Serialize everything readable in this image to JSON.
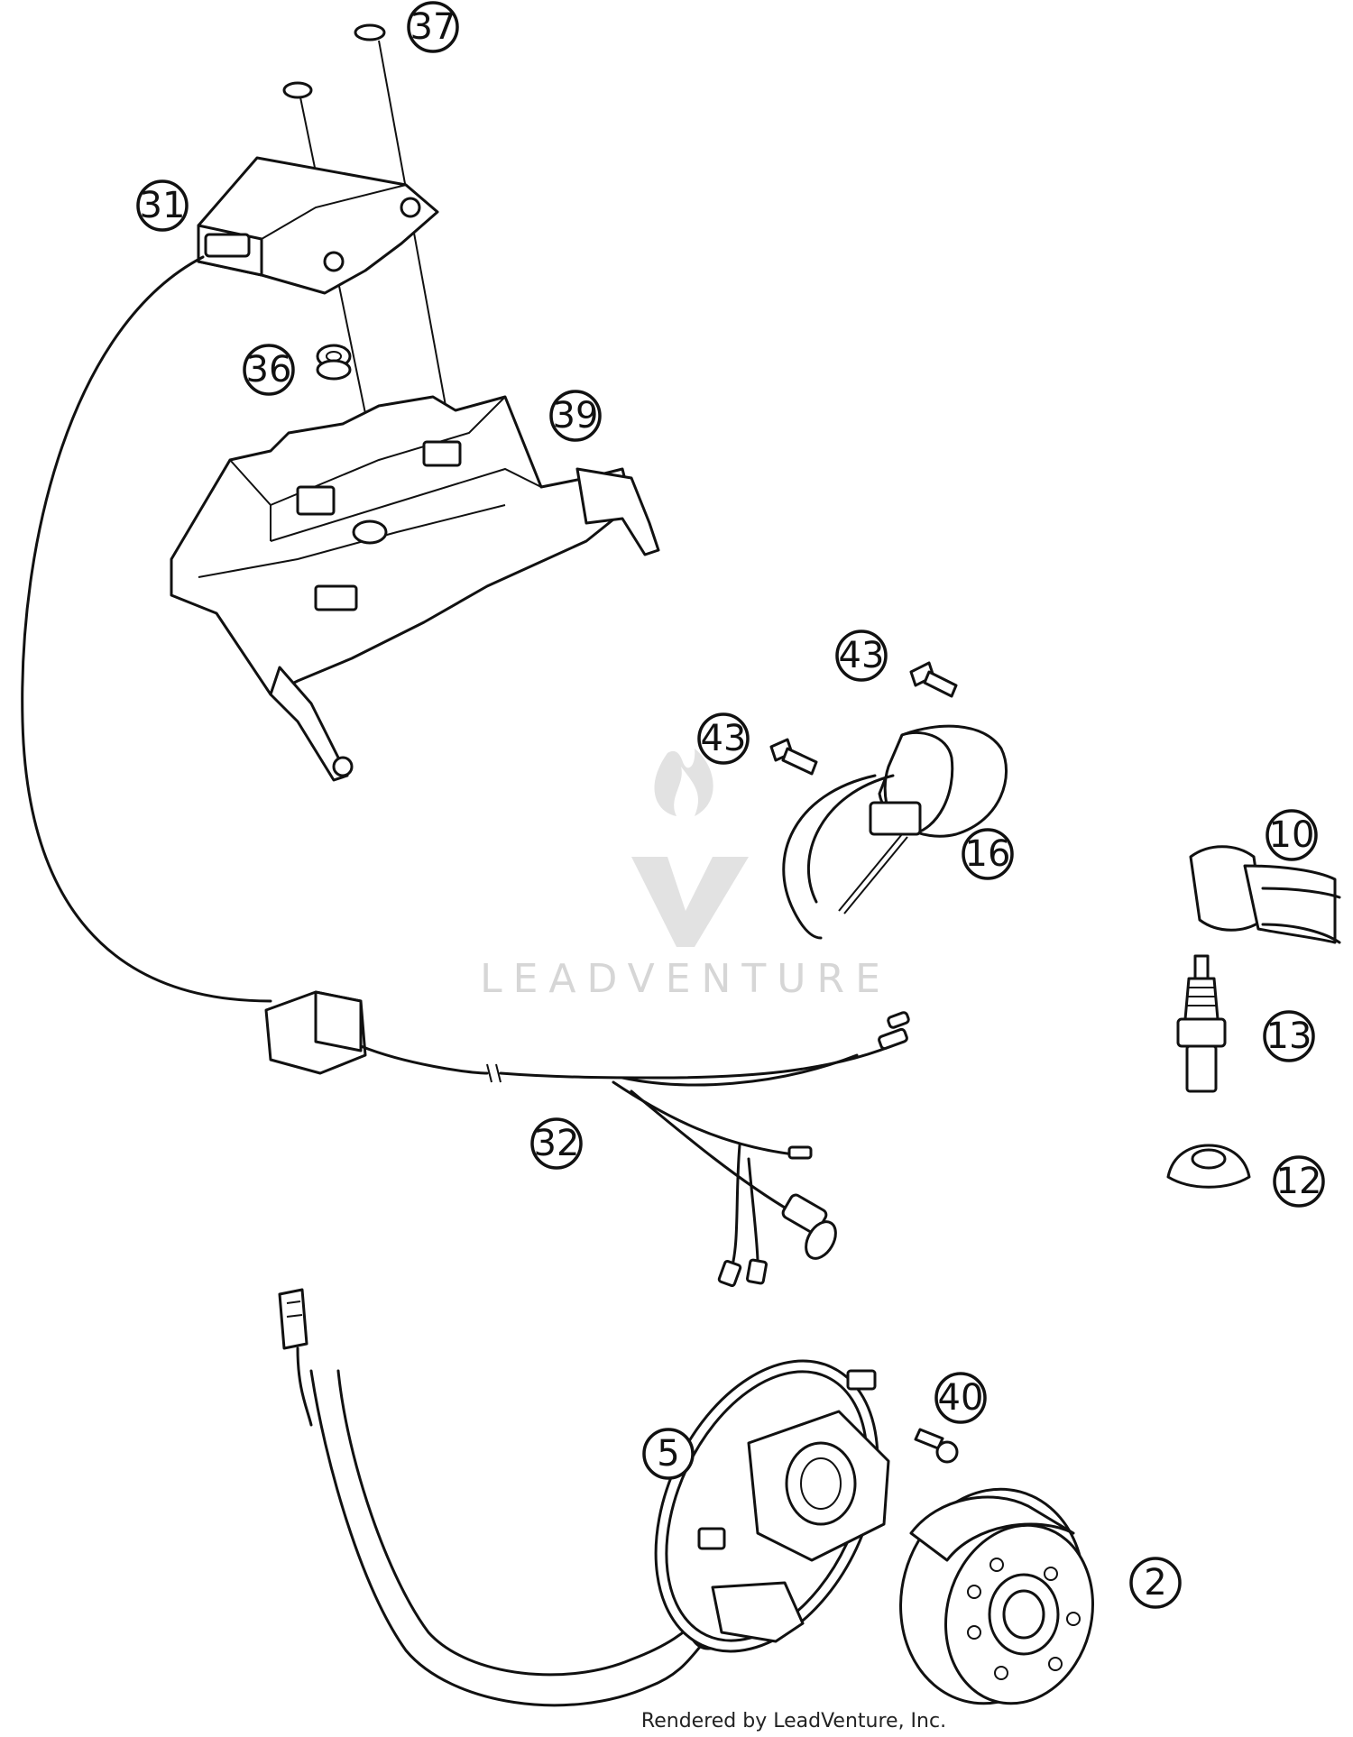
{
  "diagram": {
    "callouts": [
      "37",
      "31",
      "36",
      "39",
      "43",
      "43",
      "16",
      "10",
      "13",
      "12",
      "32",
      "40",
      "5",
      "2"
    ]
  },
  "watermark": {
    "text": "LEADVENTURE",
    "color": "#d6d6d6"
  },
  "footer": {
    "text": "Rendered by LeadVenture, Inc."
  },
  "colors": {
    "line": "#111111",
    "background": "#ffffff"
  }
}
